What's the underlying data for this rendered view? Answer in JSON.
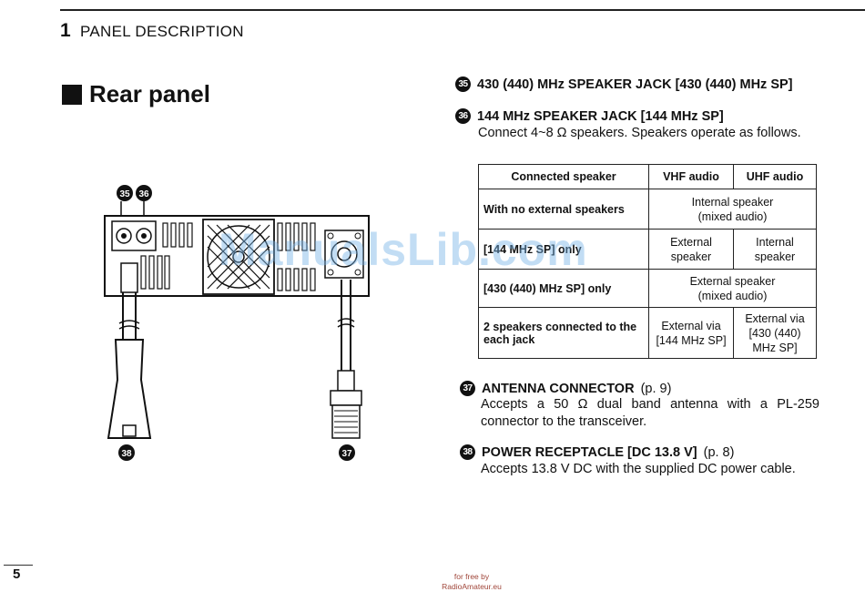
{
  "header": {
    "chapter_num": "1",
    "chapter_title": "PANEL DESCRIPTION"
  },
  "section": {
    "title": "Rear panel"
  },
  "diagram": {
    "callouts": [
      "35",
      "36",
      "38",
      "37"
    ]
  },
  "items": {
    "i35": {
      "num": "35",
      "title": "430 (440) MHz SPEAKER JACK [430 (440) MHz SP]"
    },
    "i36": {
      "num": "36",
      "title": "144 MHz SPEAKER JACK [144 MHz SP]",
      "desc": "Connect 4~8 Ω speakers. Speakers operate as follows."
    },
    "i37": {
      "num": "37",
      "title": "ANTENNA CONNECTOR",
      "page": "(p. 9)",
      "desc": "Accepts a 50 Ω dual band antenna with a PL-259 connector to the transceiver."
    },
    "i38": {
      "num": "38",
      "title": "POWER RECEPTACLE [DC 13.8 V]",
      "page": "(p. 8)",
      "desc": "Accepts 13.8 V DC with the supplied DC power cable."
    }
  },
  "table": {
    "headers": [
      "Connected speaker",
      "VHF audio",
      "UHF audio"
    ],
    "rows": [
      {
        "label": "With no external speakers",
        "merged": "Internal speaker\n(mixed audio)"
      },
      {
        "label": "[144 MHz SP] only",
        "vhf": "External\nspeaker",
        "uhf": "Internal\nspeaker"
      },
      {
        "label": "[430 (440) MHz SP] only",
        "merged": "External speaker\n(mixed audio)"
      },
      {
        "label": "2 speakers connected to the each jack",
        "vhf": "External via\n[144 MHz SP]",
        "uhf": "External via\n[430 (440)\nMHz SP]"
      }
    ]
  },
  "page_number": "5",
  "footer": {
    "line1": "for free by",
    "line2": "RadioAmateur.eu"
  },
  "watermark": "ManualsLib.com"
}
